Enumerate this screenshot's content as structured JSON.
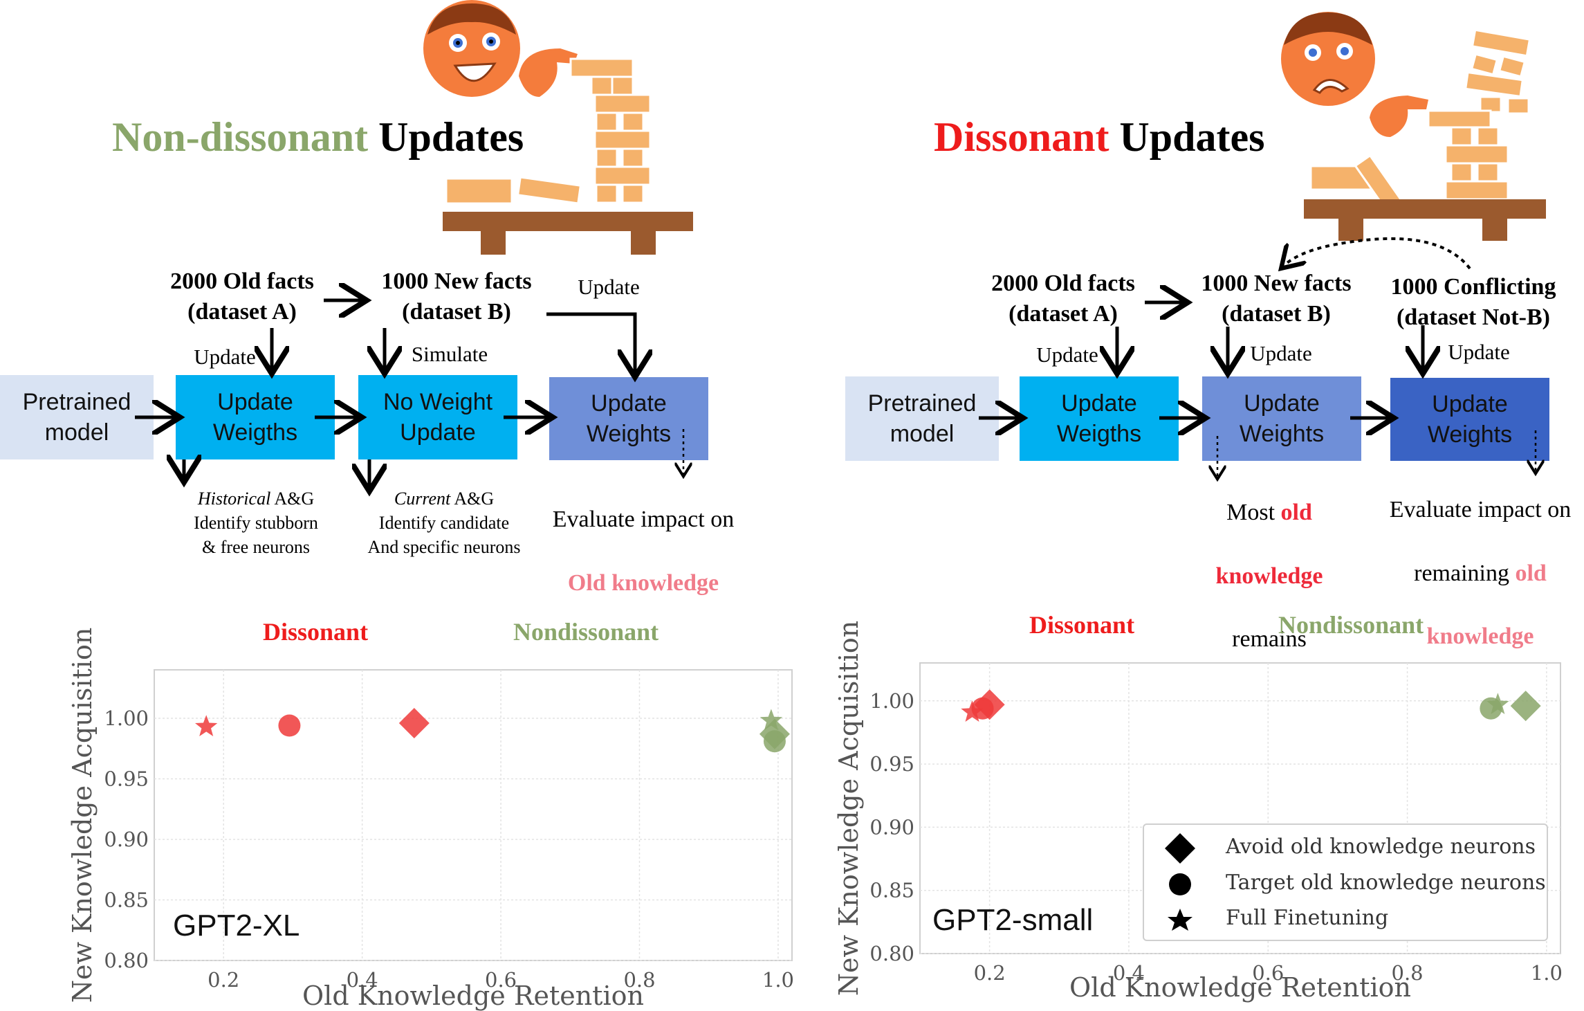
{
  "left_panel": {
    "title_colored": "Non-dissonant",
    "title_rest": " Updates",
    "dataset_a": "2000 Old facts\n(dataset A)",
    "dataset_b": "1000 New facts\n(dataset B)",
    "update_label_1": "Update",
    "simulate_label": "Simulate",
    "update_label_2": "Update",
    "box_pretrained": "Pretrained\nmodel",
    "box_update_weights": "Update\nWeigths",
    "box_no_weight_update": "No Weight\nUpdate",
    "box_update_weights_final": "Update\nWeights",
    "note_1_italic": "Historical",
    "note_1_rest": " A&G\nIdentify stubborn\n& free neurons",
    "note_2_italic": "Current",
    "note_2_rest": " A&G\nIdentify candidate\nAnd specific neurons",
    "eval_text": "Evaluate impact on",
    "eval_highlight": "Old knowledge"
  },
  "right_panel": {
    "title_colored": "Dissonant",
    "title_rest": " Updates",
    "dataset_a": "2000 Old facts\n(dataset A)",
    "dataset_b": "1000 New facts\n(dataset B)",
    "dataset_notb": "1000 Conflicting\n(dataset Not-B)",
    "update_label_1": "Update",
    "update_label_2": "Update",
    "update_label_3": "Update",
    "box_pretrained": "Pretrained\nmodel",
    "box_update_weights_1": "Update\nWeigths",
    "box_update_weights_2": "Update\nWeights",
    "box_update_weights_3": "Update\nWeights",
    "most_text_1": "Most ",
    "most_highlight_1": "old",
    "most_highlight_2": "knowledge",
    "most_text_2": "remains",
    "eval_text_1": "Evaluate impact on",
    "eval_text_2": "remaining ",
    "eval_highlight_1": "old",
    "eval_highlight_2": "knowledge"
  },
  "colors": {
    "green": "#8aa66a",
    "pink": "#f07c8a",
    "red": "#ee1c1c",
    "box_pale": "#d9e3f3",
    "box_cyan": "#00b0f0",
    "box_mid": "#6f8fd8",
    "box_dark": "#3a63c4",
    "series_red": "#ee3a3a",
    "series_green": "#8aa66a"
  },
  "chart_data": [
    {
      "type": "scatter",
      "model_label": "GPT2-XL",
      "category_labels": [
        "Dissonant",
        "Nondissonant"
      ],
      "xlabel": "Old Knowledge Retention",
      "ylabel": "New Knowledge Acquisition",
      "xlim": [
        0.1,
        1.02
      ],
      "ylim": [
        0.8,
        1.04
      ],
      "xticks": [
        0.2,
        0.4,
        0.6,
        0.8,
        1.0
      ],
      "xtick_labels": [
        "0.2",
        "0.4",
        "0.6",
        "0.8",
        "1.0"
      ],
      "yticks": [
        0.8,
        0.85,
        0.9,
        0.95,
        1.0
      ],
      "ytick_labels": [
        "0.80",
        "0.85",
        "0.90",
        "0.95",
        "1.00"
      ],
      "grid": true,
      "points": [
        {
          "group": "Dissonant",
          "marker": "star",
          "x": 0.175,
          "y": 0.993
        },
        {
          "group": "Dissonant",
          "marker": "circle",
          "x": 0.295,
          "y": 0.994
        },
        {
          "group": "Dissonant",
          "marker": "diamond",
          "x": 0.475,
          "y": 0.996
        },
        {
          "group": "Nondissonant",
          "marker": "star",
          "x": 0.99,
          "y": 0.998
        },
        {
          "group": "Nondissonant",
          "marker": "diamond",
          "x": 0.995,
          "y": 0.987
        },
        {
          "group": "Nondissonant",
          "marker": "circle",
          "x": 0.995,
          "y": 0.981
        }
      ]
    },
    {
      "type": "scatter",
      "model_label": "GPT2-small",
      "category_labels": [
        "Dissonant",
        "Nondissonant"
      ],
      "xlabel": "Old Knowledge Retention",
      "ylabel": "New Knowledge Acquisition",
      "xlim": [
        0.1,
        1.02
      ],
      "ylim": [
        0.8,
        1.03
      ],
      "xticks": [
        0.2,
        0.4,
        0.6,
        0.8,
        1.0
      ],
      "xtick_labels": [
        "0.2",
        "0.4",
        "0.6",
        "0.8",
        "1.0"
      ],
      "yticks": [
        0.8,
        0.85,
        0.9,
        0.95,
        1.0
      ],
      "ytick_labels": [
        "0.80",
        "0.85",
        "0.90",
        "0.95",
        "1.00"
      ],
      "grid": true,
      "legend": {
        "placement": "lower-right",
        "entries": [
          {
            "marker": "diamond",
            "label": "Avoid old knowledge neurons"
          },
          {
            "marker": "circle",
            "label": "Target old knowledge neurons"
          },
          {
            "marker": "star",
            "label": "Full Finetuning"
          }
        ]
      },
      "points": [
        {
          "group": "Dissonant",
          "marker": "star",
          "x": 0.175,
          "y": 0.991
        },
        {
          "group": "Dissonant",
          "marker": "circle",
          "x": 0.19,
          "y": 0.994
        },
        {
          "group": "Dissonant",
          "marker": "diamond",
          "x": 0.2,
          "y": 0.997
        },
        {
          "group": "Nondissonant",
          "marker": "circle",
          "x": 0.92,
          "y": 0.994
        },
        {
          "group": "Nondissonant",
          "marker": "star",
          "x": 0.93,
          "y": 0.997
        },
        {
          "group": "Nondissonant",
          "marker": "diamond",
          "x": 0.97,
          "y": 0.996
        }
      ]
    }
  ]
}
